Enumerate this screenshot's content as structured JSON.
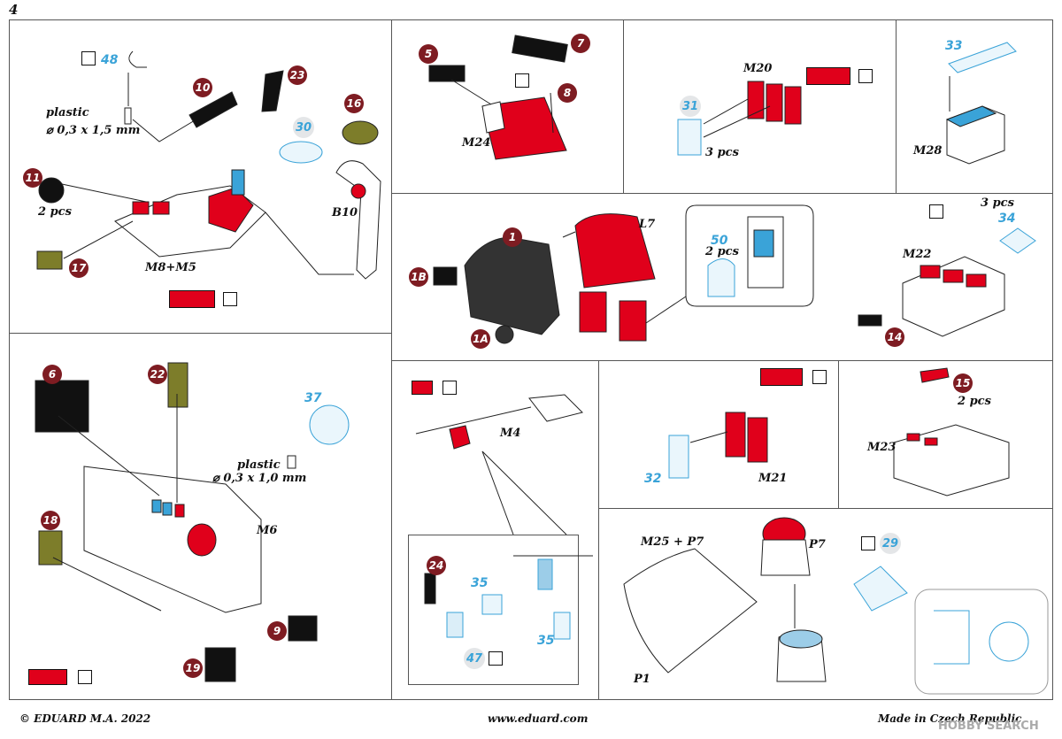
{
  "page_number": "4",
  "footer": {
    "left": "© EDUARD  M.A. 2022",
    "center": "www.eduard.com",
    "right": "Made in Czech Republic",
    "watermark": "HOBBY SEARCH"
  },
  "colors": {
    "red": "#e0001b",
    "dark_red": "#7e1c22",
    "blue": "#3aa3d8",
    "olive": "#7d7d2a"
  },
  "panel_a": {
    "plastic_label": "plastic",
    "plastic_dim": "⌀ 0,3 x 1,5 mm",
    "parts": [
      "48",
      "10",
      "23",
      "16",
      "30",
      "11",
      "17"
    ],
    "qty_11": "2 pcs",
    "assembly": "M8+M5",
    "part_b10": "B10"
  },
  "panel_b": {
    "parts": [
      "5",
      "7",
      "8"
    ],
    "assembly": "M24"
  },
  "panel_c": {
    "assembly": "M20",
    "part": "31",
    "qty": "3 pcs"
  },
  "panel_d": {
    "part": "33",
    "assembly": "M28"
  },
  "panel_e": {
    "parts": [
      "1",
      "1B",
      "1A"
    ],
    "assembly": "L7",
    "part_50": "50",
    "qty_50": "2 pcs"
  },
  "panel_f": {
    "assembly": "M22",
    "qty": "3 pcs",
    "part_34": "34",
    "part_14": "14"
  },
  "panel_g": {
    "parts": [
      "6",
      "22",
      "37",
      "18",
      "9",
      "19"
    ],
    "plastic_label": "plastic",
    "plastic_dim": "⌀ 0,3 x 1,0 mm",
    "assembly": "M6"
  },
  "panel_h": {
    "assembly": "M4",
    "parts": [
      "24",
      "35",
      "35",
      "47"
    ]
  },
  "panel_i": {
    "part": "32",
    "assembly": "M21"
  },
  "panel_j": {
    "part": "15",
    "qty": "2 pcs",
    "assembly": "M23"
  },
  "panel_k": {
    "assembly": "M25 + P7",
    "part_p7": "P7",
    "part_p1": "P1",
    "part_29": "29"
  }
}
